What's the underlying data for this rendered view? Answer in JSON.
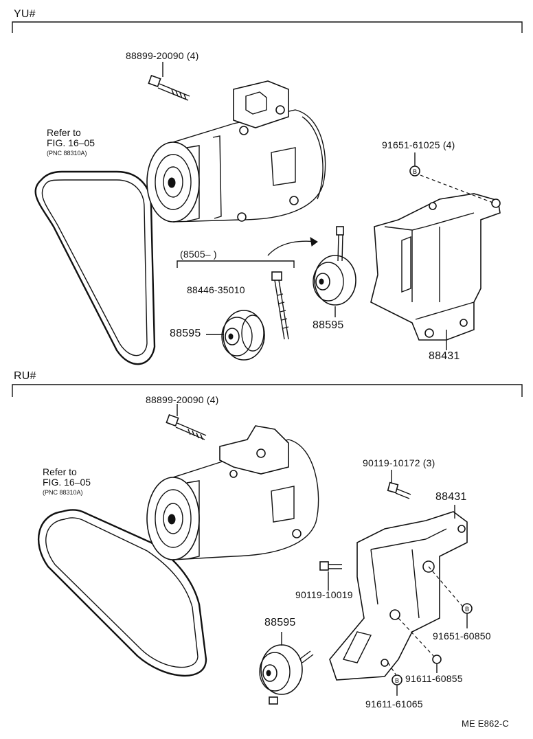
{
  "sections": {
    "yu": {
      "header": "YU#",
      "labels": {
        "bolt_top": "88899-20090 (4)",
        "refer_line1": "Refer to",
        "refer_line2": "FIG. 16–05",
        "refer_pnc": "(PNC 88310A)",
        "nut_ref": "91651-61025 (4)",
        "range_label": "(8505–        )",
        "bolt_long": "88446-35010",
        "idler_left": "88595",
        "idler_right": "88595",
        "bracket": "88431"
      }
    },
    "ru": {
      "header": "RU#",
      "labels": {
        "bolt_top": "88899-20090 (4)",
        "refer_line1": "Refer to",
        "refer_line2": "FIG. 16–05",
        "refer_pnc": "(PNC 88310A)",
        "bolt_right": "90119-10172 (3)",
        "bracket": "88431",
        "bolt_mid": "90119-10019",
        "idler": "88595",
        "nut_a": "91651-60850",
        "nut_b": "91611-60855",
        "nut_c": "91611-61065"
      }
    }
  },
  "footer": {
    "code": "ME E862-C"
  },
  "nut_marker": "B"
}
